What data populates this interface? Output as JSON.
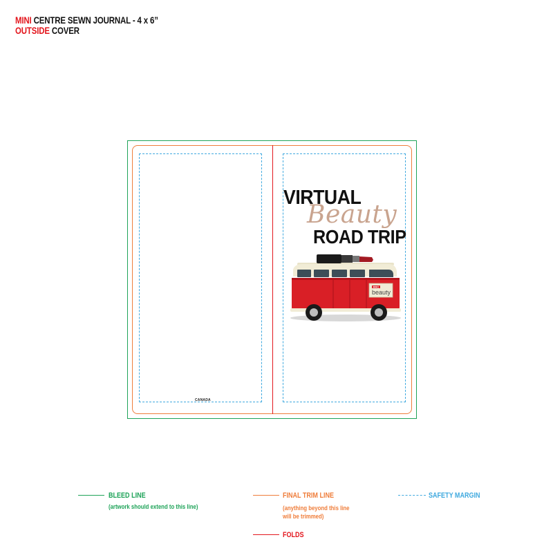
{
  "header": {
    "line1_prefix": "MINI",
    "line1_rest": "CENTRE SEWN JOURNAL - 4 x 6”",
    "line2_prefix": "OUTSIDE",
    "line2_rest": "COVER"
  },
  "back_cover": {
    "imprint": "CANADA"
  },
  "front_cover": {
    "title_line1": "VIRTUAL",
    "title_line2": "Beauty",
    "title_line3": "ROAD TRIP",
    "bus_brand_small": "RRC",
    "bus_brand": "beauty"
  },
  "legend": {
    "bleed": {
      "label": "BLEED LINE",
      "note": "(artwork should extend to this line)"
    },
    "trim": {
      "label": "FINAL TRIM LINE",
      "note_line1": "(anything beyond this line",
      "note_line2": "will be trimmed)"
    },
    "safety": {
      "label": "SAFETY MARGIN"
    },
    "folds": {
      "label": "FOLDS"
    }
  },
  "colors": {
    "bleed": "#1ea358",
    "trim": "#ef7d3a",
    "fold": "#e3161d",
    "safety": "#3fa9df",
    "header_accent": "#e3161d",
    "beauty_script": "#c9a48f"
  }
}
